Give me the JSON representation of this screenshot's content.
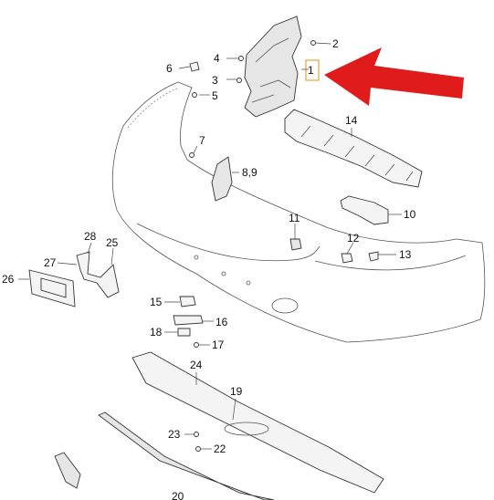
{
  "diagram": {
    "callouts": [
      {
        "id": "1",
        "label": "1",
        "highlighted": true
      },
      {
        "id": "2",
        "label": "2"
      },
      {
        "id": "3",
        "label": "3"
      },
      {
        "id": "4",
        "label": "4"
      },
      {
        "id": "5",
        "label": "5"
      },
      {
        "id": "6",
        "label": "6"
      },
      {
        "id": "7",
        "label": "7"
      },
      {
        "id": "8-9",
        "label": "8,9"
      },
      {
        "id": "10",
        "label": "10"
      },
      {
        "id": "11",
        "label": "11"
      },
      {
        "id": "12",
        "label": "12"
      },
      {
        "id": "13",
        "label": "13"
      },
      {
        "id": "14",
        "label": "14"
      },
      {
        "id": "15",
        "label": "15"
      },
      {
        "id": "16",
        "label": "16"
      },
      {
        "id": "17",
        "label": "17"
      },
      {
        "id": "18",
        "label": "18"
      },
      {
        "id": "19",
        "label": "19"
      },
      {
        "id": "20",
        "label": "20"
      },
      {
        "id": "22",
        "label": "22"
      },
      {
        "id": "23",
        "label": "23"
      },
      {
        "id": "24",
        "label": "24"
      },
      {
        "id": "25",
        "label": "25"
      },
      {
        "id": "26",
        "label": "26"
      },
      {
        "id": "27",
        "label": "27"
      },
      {
        "id": "28",
        "label": "28"
      }
    ],
    "colors": {
      "arrow": "#e01b1b",
      "highlight_box": "#e8a33a",
      "line": "#333333",
      "background": "#ffffff"
    }
  }
}
